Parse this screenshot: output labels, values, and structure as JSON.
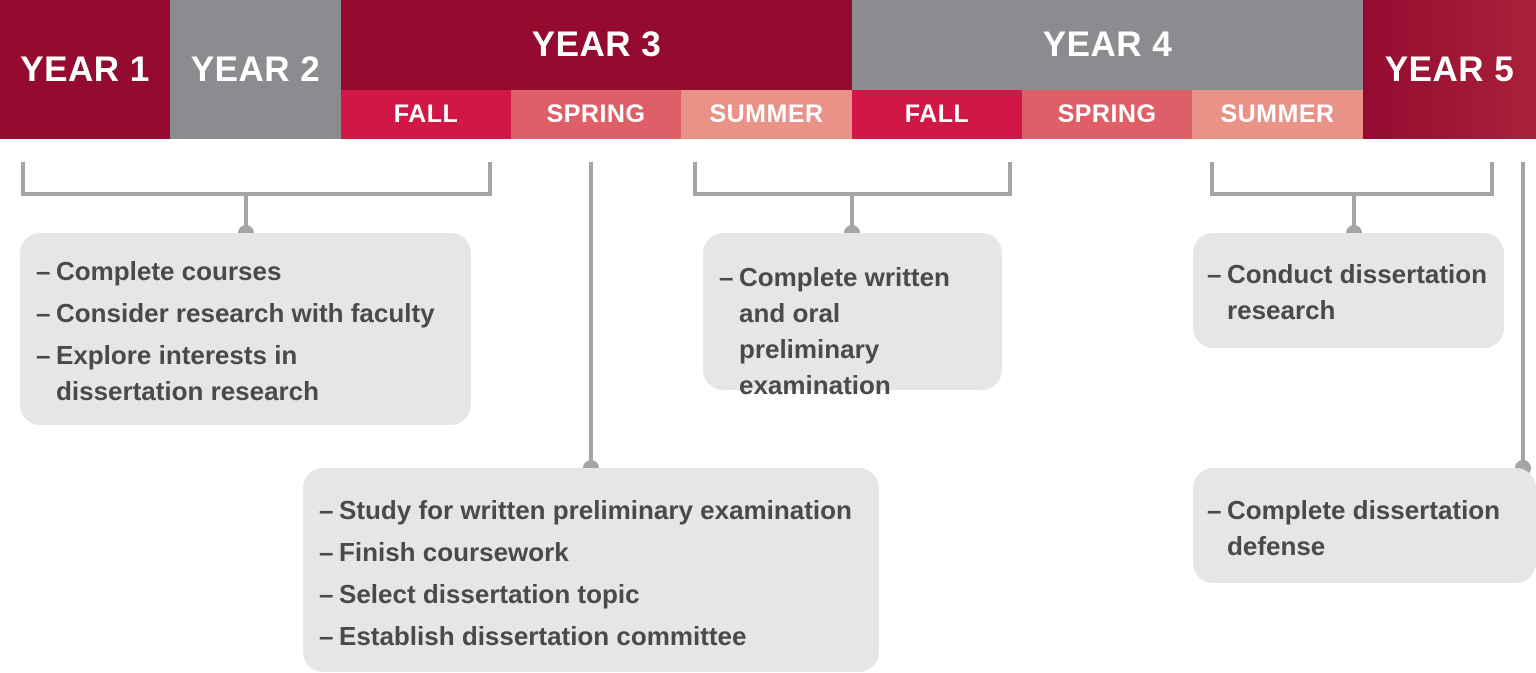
{
  "colors": {
    "year1": "#950b2f",
    "year2": "#8b8c90",
    "year3": "#950b2f",
    "year4": "#8b8c90",
    "year5": "#a01d37",
    "fall": "#d01745",
    "spring": "#de5f68",
    "summer": "#e89288",
    "connector": "#a5a5a5",
    "box": "#e6e6e6",
    "box_text": "#4a4a4a"
  },
  "years": {
    "year1": "YEAR 1",
    "year2": "YEAR 2",
    "year3": "YEAR 3",
    "year4": "YEAR 4",
    "year5": "YEAR 5"
  },
  "seasons": {
    "y3_fall": "FALL",
    "y3_spring": "SPRING",
    "y3_summer": "SUMMER",
    "y4_fall": "FALL",
    "y4_spring": "SPRING",
    "y4_summer": "SUMMER"
  },
  "boxes": {
    "years_1_2": [
      "Complete courses",
      "Consider research with faculty",
      "Explore interests in dissertation research"
    ],
    "year3_spring": [
      "Study for written preliminary examination",
      "Finish coursework",
      "Select dissertation topic",
      "Establish dissertation committee"
    ],
    "year3_summer_year4_fall": [
      "Complete written and oral preliminary examination"
    ],
    "year4_summer": [
      "Conduct dissertation research"
    ],
    "year5": [
      "Complete dissertation defense"
    ]
  }
}
